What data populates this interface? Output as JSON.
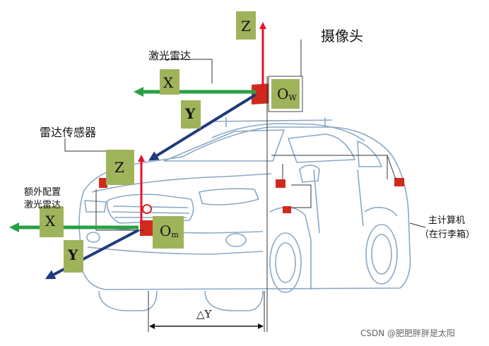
{
  "colors": {
    "label_box": "#9fb45a",
    "z_arrow": "#e8112d",
    "x_arrow": "#27a045",
    "y_arrow": "#1d3b7c",
    "sensor": "#d12a1d",
    "car_line": "#8aa9c4",
    "leader": "#333333"
  },
  "labels": {
    "camera": "摄像头",
    "lidar": "激光雷达",
    "radar_sensor": "雷达传感器",
    "extra_lidar_line1": "额外配置",
    "extra_lidar_line2": "激光雷达",
    "main_computer_line1": "主计算机",
    "main_computer_line2": "（在行李箱）",
    "watermark": "CSDN @肥肥胖胖是太阳"
  },
  "axes_top": {
    "z": "Z",
    "x": "X",
    "y": "Y",
    "origin": "O",
    "origin_sub": "W"
  },
  "axes_bottom": {
    "z": "Z",
    "x": "X",
    "y": "Y",
    "origin": "O",
    "origin_sub": "m"
  },
  "offset_label": "△Y"
}
